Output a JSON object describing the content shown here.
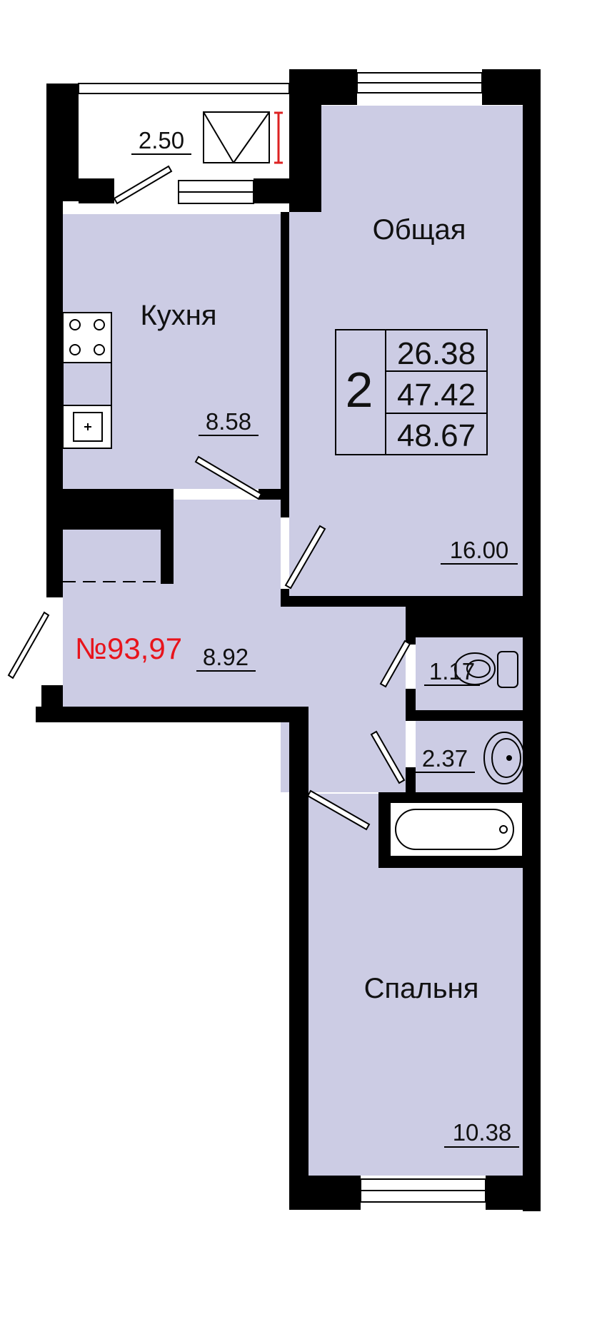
{
  "rooms": {
    "balcony": {
      "area": "2.50"
    },
    "kitchen": {
      "name": "Кухня",
      "area": "8.58"
    },
    "living": {
      "name": "Общая",
      "area": "16.00"
    },
    "hall": {
      "area": "8.92"
    },
    "wc": {
      "area": "1.17"
    },
    "bath": {
      "area": "2.37"
    },
    "bedroom": {
      "name": "Спальня",
      "area": "10.38"
    }
  },
  "summary": {
    "rooms_count": "2",
    "living_area": "26.38",
    "total_area": "47.42",
    "total_with_balcony": "48.67"
  },
  "apartment_number": "№93,97",
  "colors": {
    "floor": "#cccce4",
    "wall": "#000000",
    "number": "#e8141c",
    "background": "#ffffff"
  }
}
